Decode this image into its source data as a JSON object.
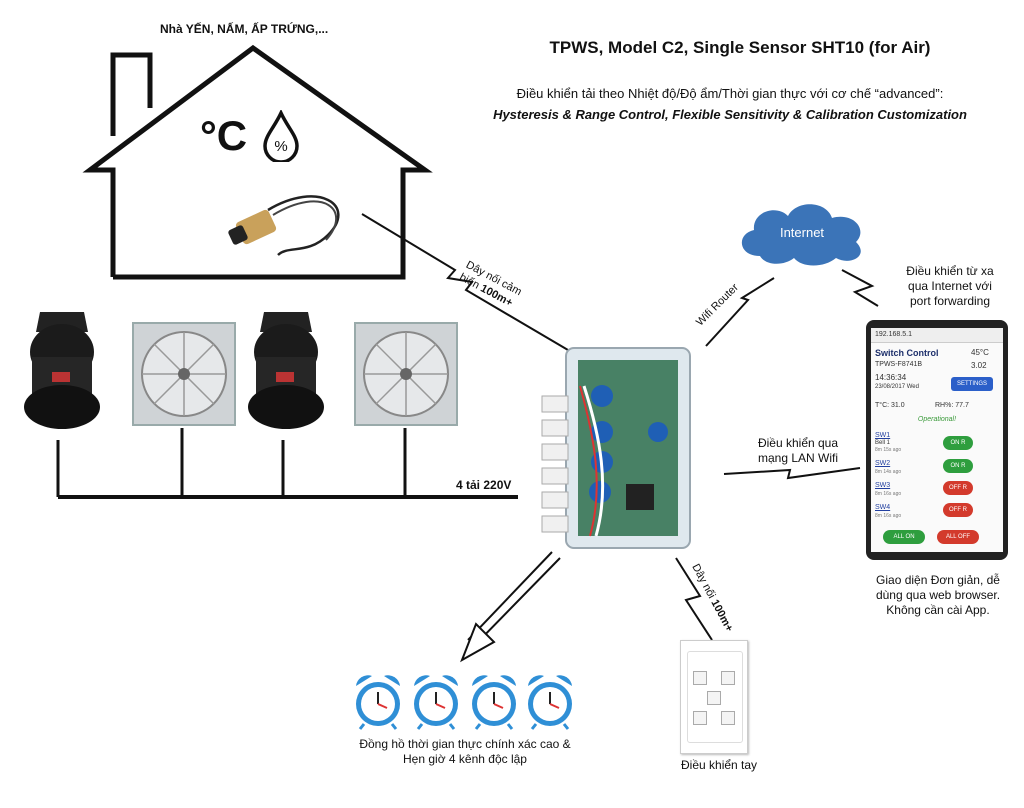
{
  "house_label": "Nhà YẾN, NẤM, ẤP TRỨNG,...",
  "title": "TPWS, Model C2, Single Sensor SHT10 (for Air)",
  "subtitle": "Điều khiển tải theo Nhiệt độ/Độ ẩm/Thời gian thực với cơ chế “advanced”:",
  "subtitle_features": "Hysteresis & Range Control, Flexible Sensitivity & Calibration Customization",
  "icons": {
    "temp": "°C",
    "humidity": "%"
  },
  "sensor_cable": {
    "line1": "Dây nối cảm",
    "line2": "biến ",
    "length": "100m+"
  },
  "internet": "Internet",
  "wifi_router": "Wifi Router",
  "remote_control": {
    "line1": "Điều khiển từ xa",
    "line2": "qua Internet với",
    "line3": "port forwarding"
  },
  "lan_control": {
    "line1": "Điều khiển qua",
    "line2": "mạng LAN Wifi"
  },
  "loads_label": "4 tải 220V",
  "manual_cable": {
    "line1": "Dây nối ",
    "length": "100m+"
  },
  "manual_label": "Điều khiển tay",
  "clocks_label": {
    "line1": "Đồng hồ thời gian thực chính xác cao &",
    "line2": "Hẹn giờ 4 kênh độc lập"
  },
  "ui_caption": {
    "line1": "Giao diện Đơn giản, dễ",
    "line2": "dùng qua web browser.",
    "line3": "Không cần cài App."
  },
  "phone_ui": {
    "url": "192.168.5.1",
    "app_title": "Switch Control",
    "temp_top": "45°C",
    "device_id": "TPWS-F8741B",
    "version": "3.02",
    "time": "14:36:34",
    "date": "23/08/2017 Wed",
    "settings_button": "SETTINGS",
    "temp_reading": "T°C: 31.0",
    "rh_reading": "RH%: 77.7",
    "status": "Operational!",
    "switches": [
      {
        "name": "SW1",
        "sub": "Bell 1",
        "ago": "8m 15s ago",
        "state": "ON R",
        "color": "#2e9e3e"
      },
      {
        "name": "SW2",
        "sub": "",
        "ago": "8m 14s ago",
        "state": "ON R",
        "color": "#2e9e3e"
      },
      {
        "name": "SW3",
        "sub": "",
        "ago": "8m 16s ago",
        "state": "OFF R",
        "color": "#d33a2c"
      },
      {
        "name": "SW4",
        "sub": "",
        "ago": "8m 16s ago",
        "state": "OFF R",
        "color": "#d33a2c"
      }
    ],
    "all_on": "ALL ON",
    "all_off": "ALL OFF"
  }
}
